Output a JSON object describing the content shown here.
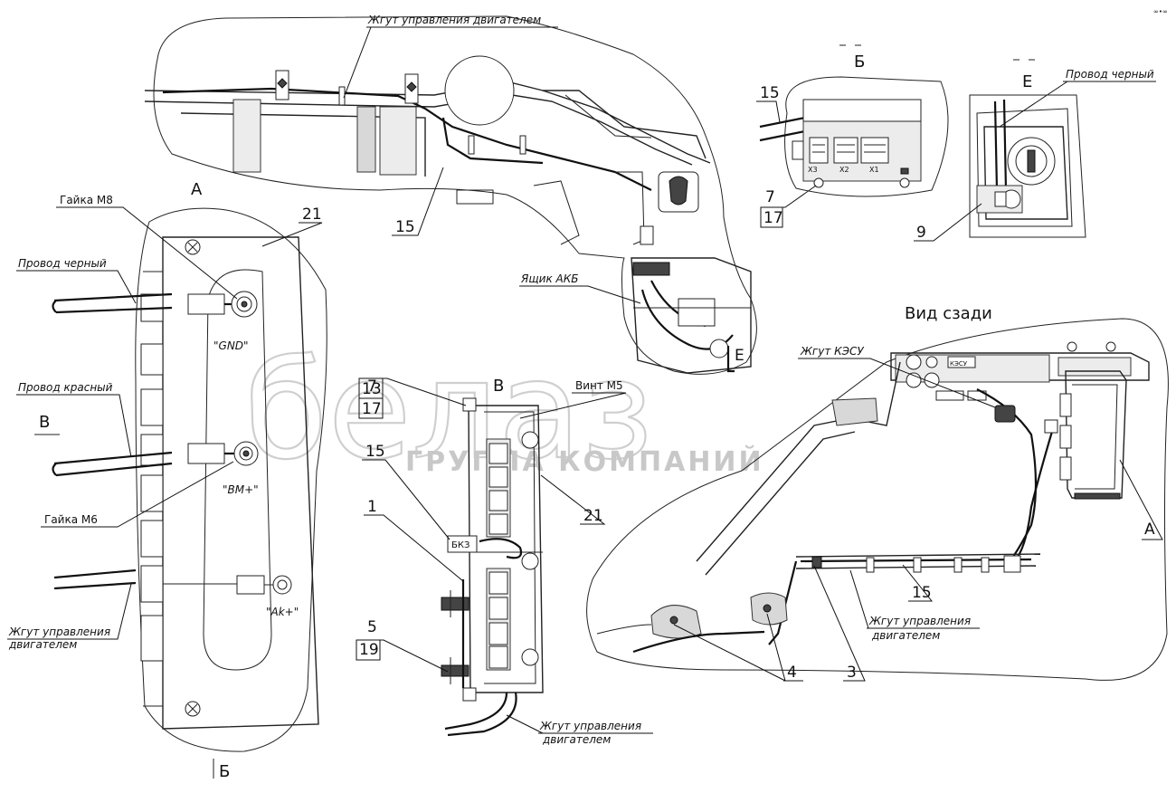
{
  "labels": {
    "harness_top": "Жгут управления двигателем",
    "view_b": "Б",
    "view_e": "E",
    "black_wire_e": "Провод черный",
    "num_15_b": "15",
    "num_7_b": "7",
    "num_17_b": "17",
    "num_9": "9",
    "num_15_top": "15",
    "akb_box": "Ящик АКБ",
    "e_mark_center": "E",
    "view_a": "A",
    "nut_m8": "Гайка М8",
    "num_21_a": "21",
    "black_wire_a": "Провод черный",
    "gnd": "\"GND\"",
    "red_wire": "Провод красный",
    "view_v_left": "В",
    "bm_plus": "\"ВМ+\"",
    "nut_m6": "Гайка М6",
    "ak_plus": "\"Ak+\"",
    "harness_left_1": "Жгут управления",
    "harness_left_2": "двигателем",
    "view_b_bottom": "Б",
    "num_7_v": "7",
    "num_13_v": "13",
    "num_17_v": "17",
    "view_v": "В",
    "screw_m5": "Винт М5",
    "num_15_v": "15",
    "num_21_v": "21",
    "num_1": "1",
    "bkz": "БКЗ",
    "num_5": "5",
    "num_19": "19",
    "harness_bottom_1": "Жгут управления",
    "harness_bottom_2": "двигателем",
    "rear_view": "Вид сзади",
    "kesu_harness": "Жгут КЭСУ",
    "view_a_right": "A",
    "num_15_right": "15",
    "harness_right_1": "Жгут управления",
    "harness_right_2": "двигателем",
    "num_4": "4",
    "num_3": "3",
    "conn_x3": "X3",
    "conn_x2": "X2",
    "conn_x1": "X1",
    "kesu_tag": "КЭСУ"
  },
  "watermark": {
    "brand": "белаз",
    "subtitle": "ГРУППА КОМПАНИЙ"
  },
  "colors": {
    "line": "#111111",
    "fill_gray": "#d8d8d8",
    "watermark": "#cfcfcf"
  }
}
